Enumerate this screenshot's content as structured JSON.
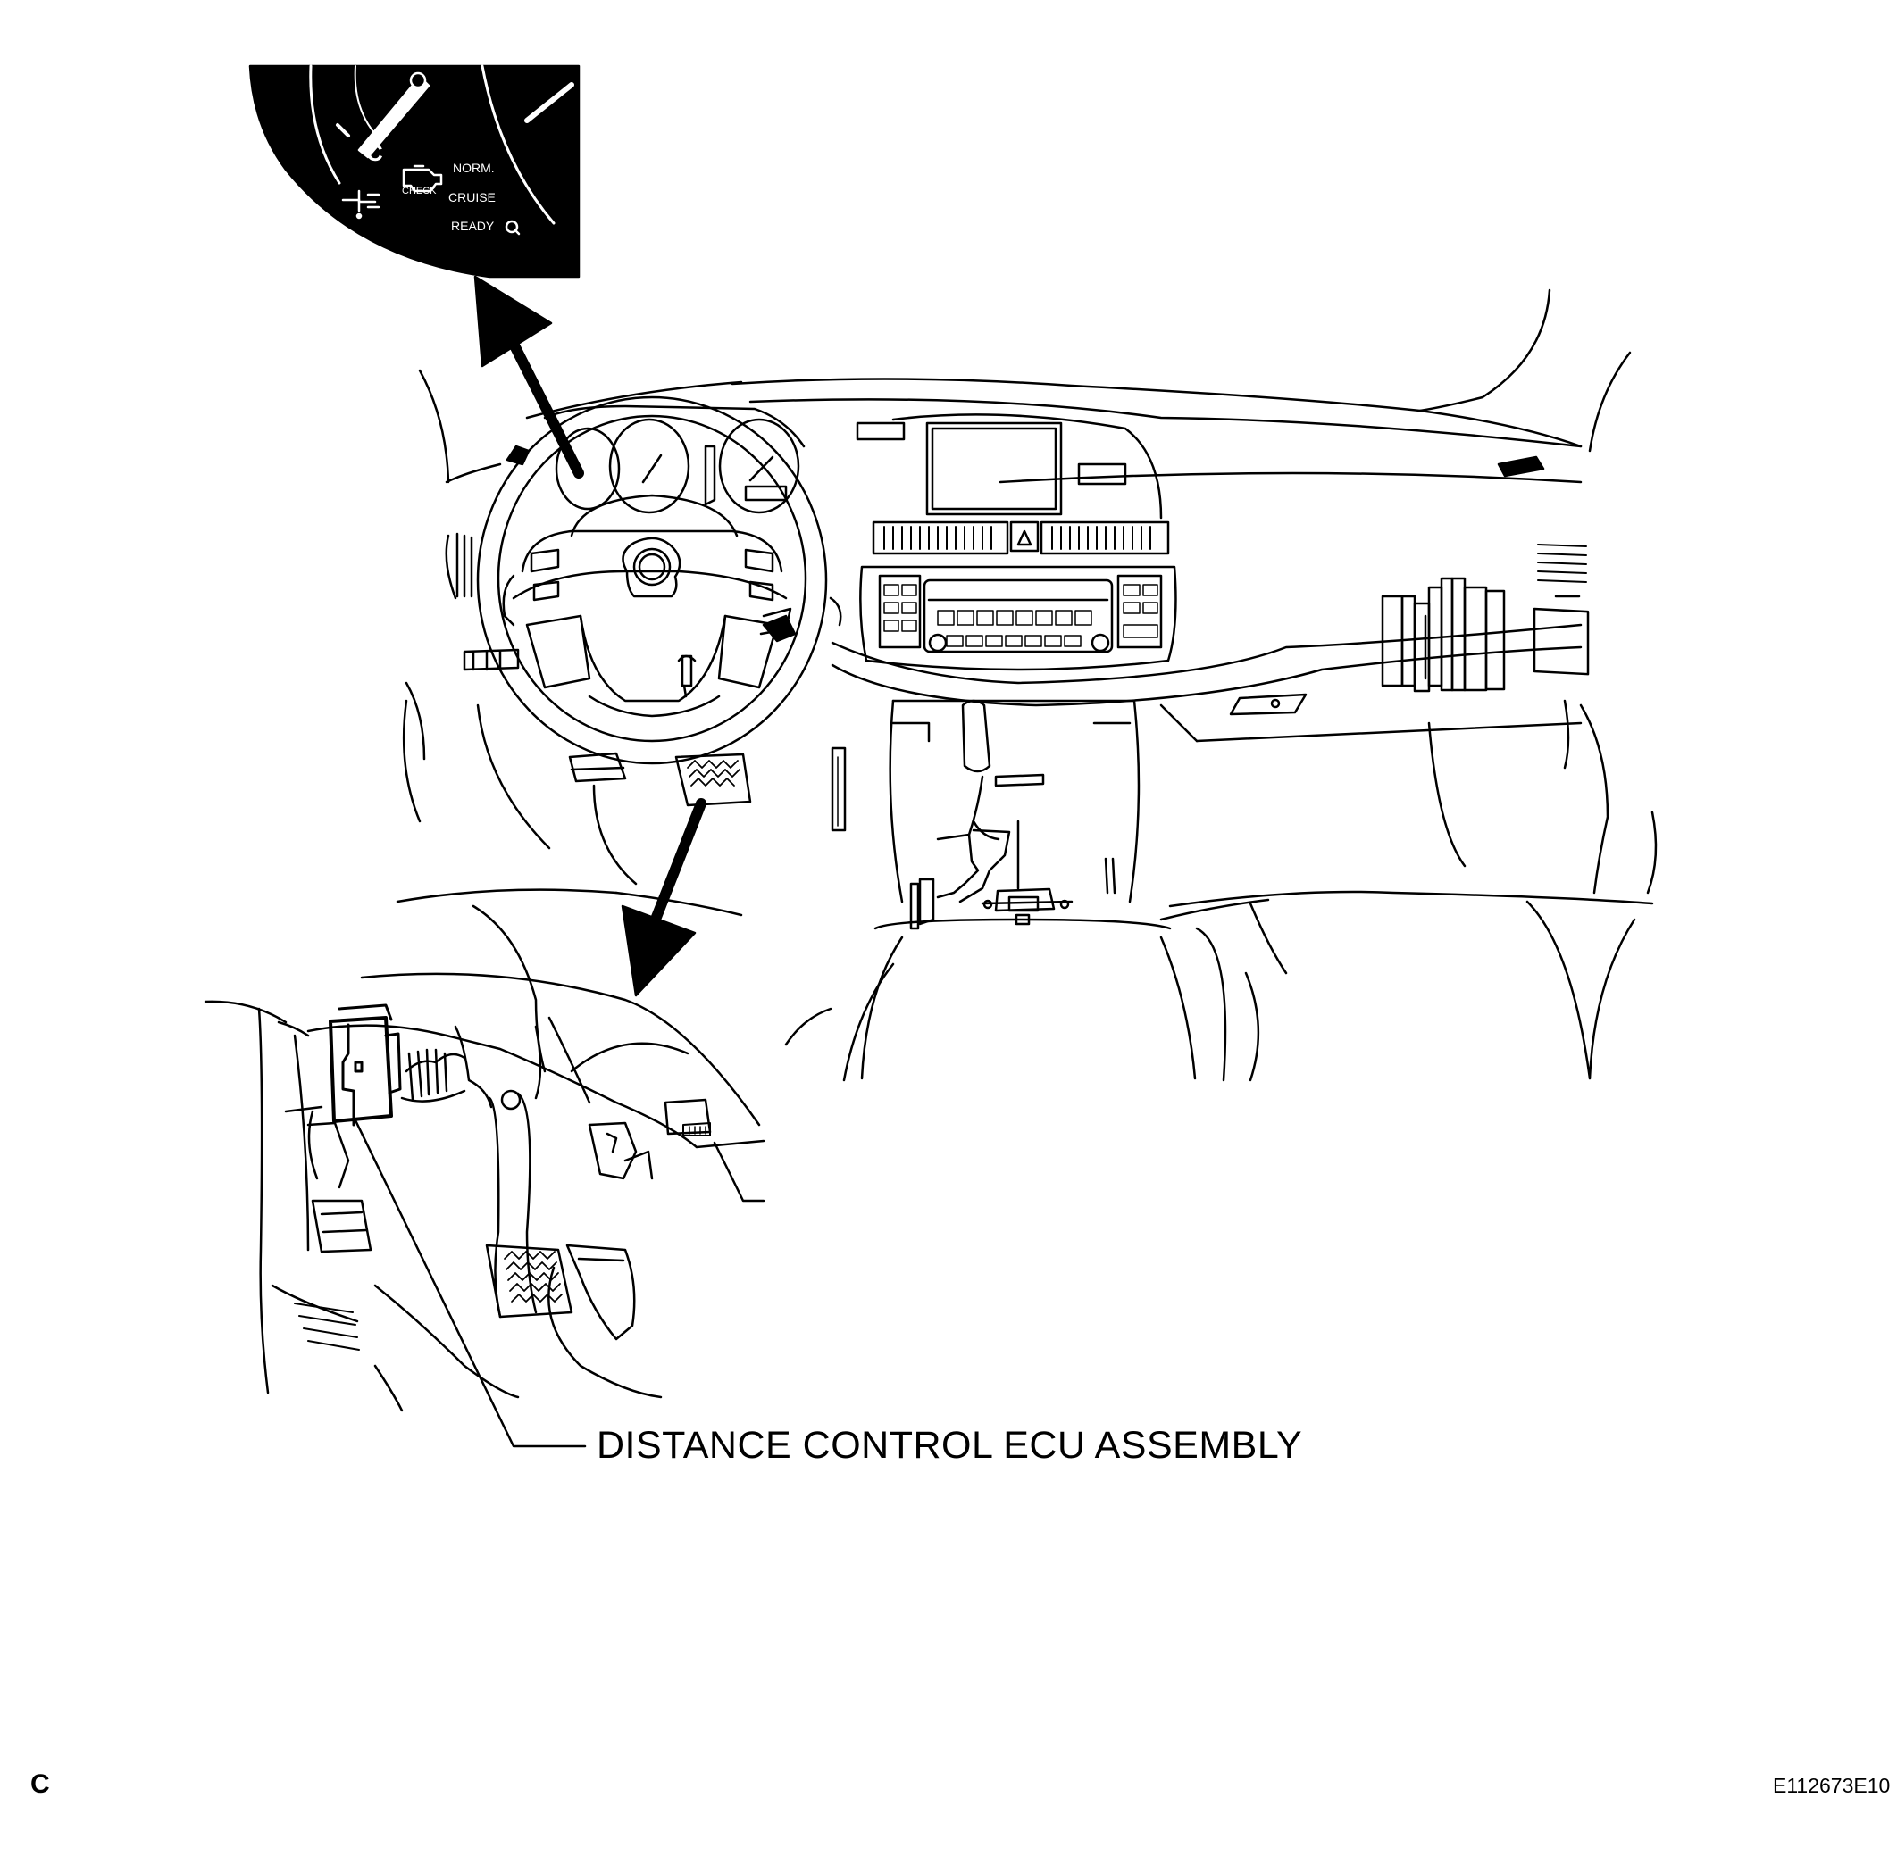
{
  "callout": {
    "label": "DISTANCE CONTROL ECU ASSEMBLY"
  },
  "footer": {
    "corner_letter": "C",
    "figure_id": "E112673E10"
  },
  "inset_gauge": {
    "temp_letter": "C",
    "check_label": "CHECK",
    "mode_norm": "NORM.",
    "mode_cruise": "CRUISE",
    "mode_ready": "READY"
  },
  "icons": [
    "check-engine-icon",
    "coolant-temperature-icon",
    "ready-indicator-icon"
  ]
}
